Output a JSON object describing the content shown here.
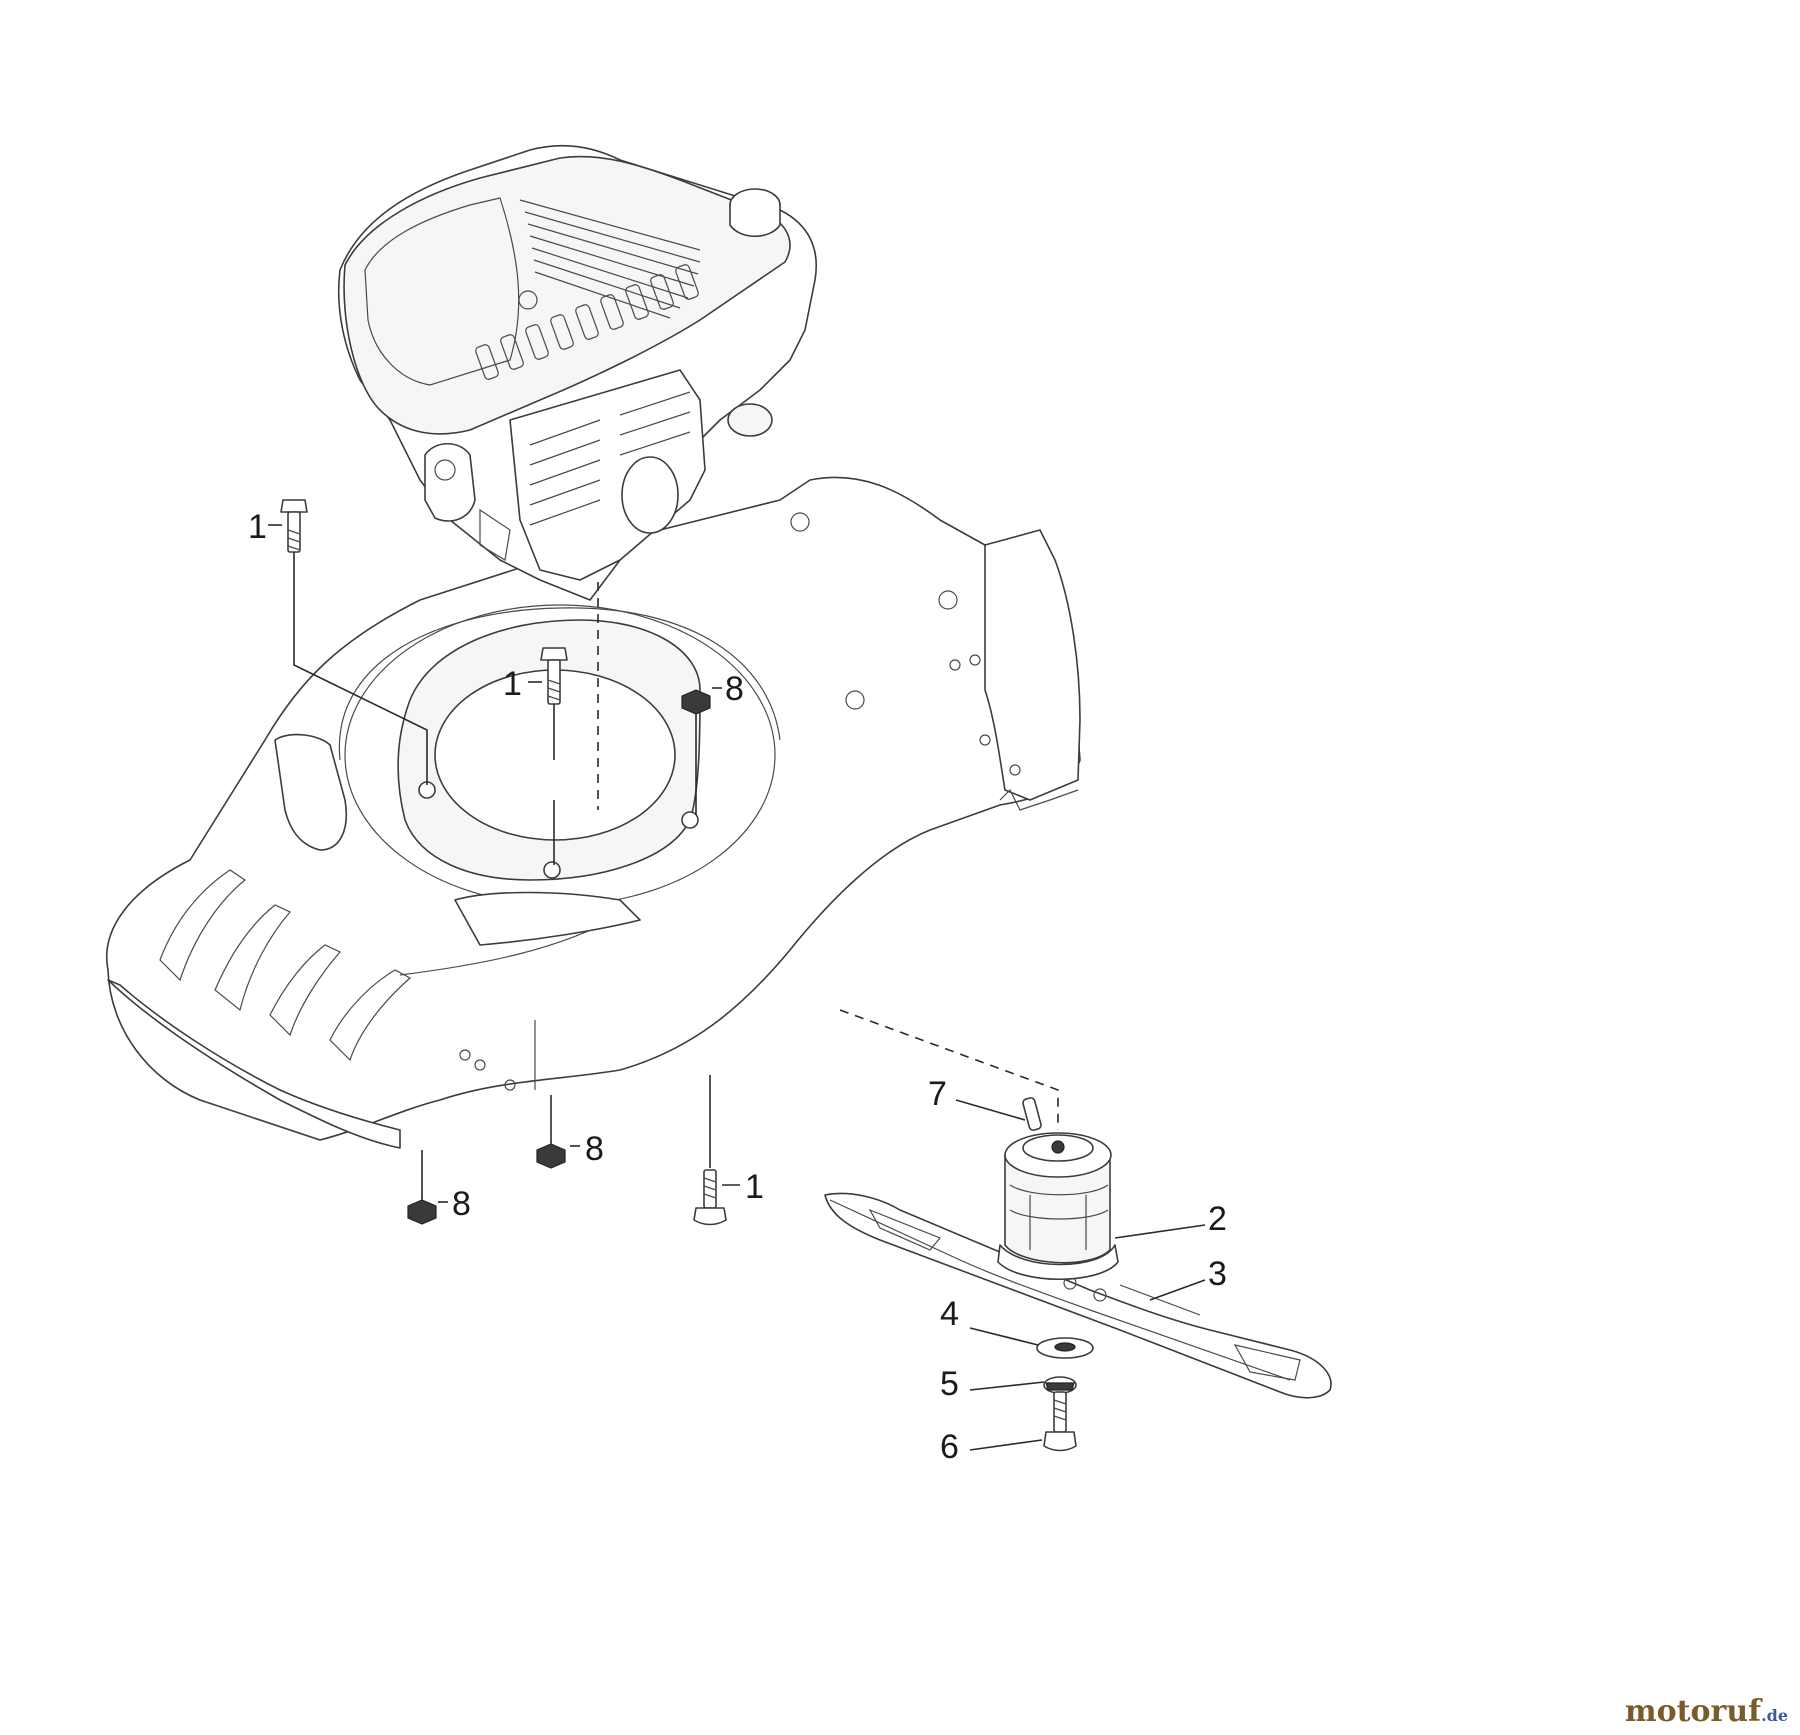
{
  "callouts": [
    {
      "id": "c1a",
      "label": "1"
    },
    {
      "id": "c1b",
      "label": "1"
    },
    {
      "id": "c8a",
      "label": "8"
    },
    {
      "id": "c7",
      "label": "7"
    },
    {
      "id": "c8b",
      "label": "8"
    },
    {
      "id": "c1c",
      "label": "1"
    },
    {
      "id": "c2",
      "label": "2"
    },
    {
      "id": "c8c",
      "label": "8"
    },
    {
      "id": "c3",
      "label": "3"
    },
    {
      "id": "c4",
      "label": "4"
    },
    {
      "id": "c5",
      "label": "5"
    },
    {
      "id": "c6",
      "label": "6"
    }
  ],
  "watermark": {
    "part1": "motoruf",
    "part2": "",
    "part3": ".de"
  },
  "watermark_colors": [
    "#7a5c2a",
    "#2f6b3a",
    "#3a5a9a"
  ]
}
